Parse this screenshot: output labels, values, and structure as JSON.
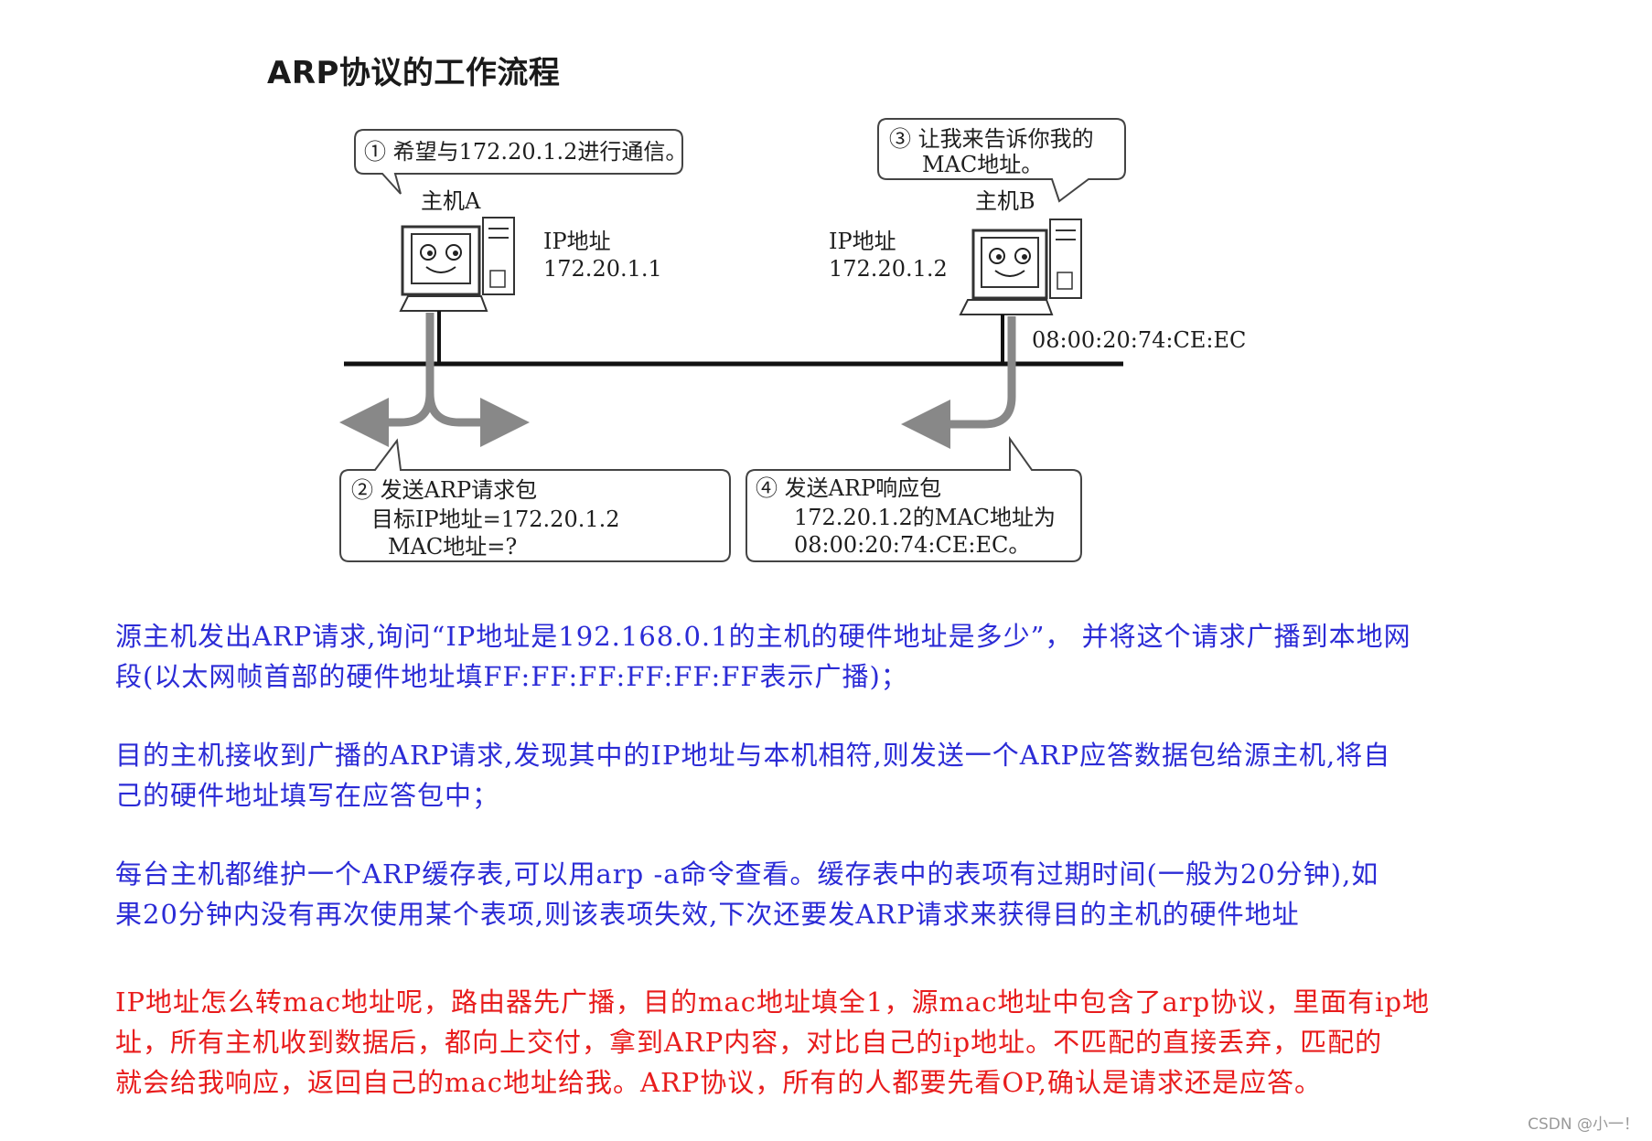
{
  "title": "ARP协议的工作流程",
  "diagram": {
    "bubble1": "① 希望与172.20.1.2进行通信。",
    "bubble3": [
      "③ 让我来告诉你我的",
      "MAC地址。"
    ],
    "hostA": {
      "name": "主机A",
      "ip_label": "IP地址",
      "ip": "172.20.1.1"
    },
    "hostB": {
      "name": "主机B",
      "ip_label": "IP地址",
      "ip": "172.20.1.2",
      "mac": "08:00:20:74:CE:EC"
    },
    "box2": [
      "② 发送ARP请求包",
      "目标IP地址=172.20.1.2",
      "MAC地址=?"
    ],
    "box4": [
      "④ 发送ARP响应包",
      "172.20.1.2的MAC地址为",
      "08:00:20:74:CE:EC。"
    ]
  },
  "paragraphs": [
    {
      "color": "#2b2bd6",
      "lines": [
        "源主机发出ARP请求,询问“IP地址是192.168.0.1的主机的硬件地址是多少”， 并将这个请求广播到本地网",
        "段(以太网帧首部的硬件地址填FF:FF:FF:FF:FF:FF表示广播)；"
      ]
    },
    {
      "color": "#2b2bd6",
      "lines": [
        "目的主机接收到广播的ARP请求,发现其中的IP地址与本机相符,则发送一个ARP应答数据包给源主机,将自",
        "己的硬件地址填写在应答包中；"
      ]
    },
    {
      "color": "#2b2bd6",
      "lines": [
        "每台主机都维护一个ARP缓存表,可以用arp -a命令查看。缓存表中的表项有过期时间(一般为20分钟),如",
        "果20分钟内没有再次使用某个表项,则该表项失效,下次还要发ARP请求来获得目的主机的硬件地址"
      ]
    },
    {
      "color": "#e81c1c",
      "lines": [
        "IP地址怎么转mac地址呢，路由器先广播，目的mac地址填全1，源mac地址中包含了arp协议，里面有ip地",
        "址，所有主机收到数据后，都向上交付，拿到ARP内容，对比自己的ip地址。不匹配的直接丢弃，匹配的",
        "就会给我响应，返回自己的mac地址给我。ARP协议，所有的人都要先看OP,确认是请求还是应答。"
      ]
    }
  ],
  "watermark": "CSDN @小一！"
}
